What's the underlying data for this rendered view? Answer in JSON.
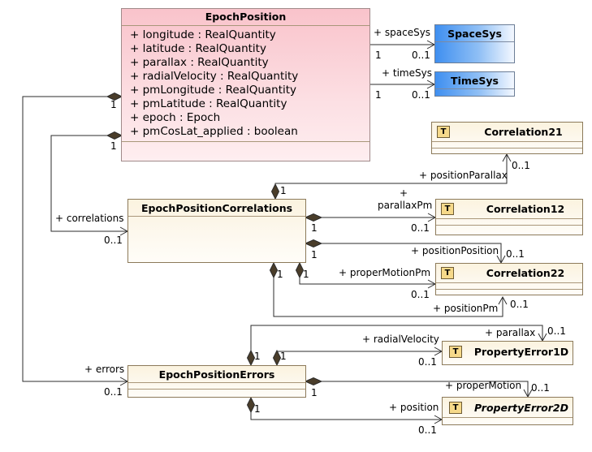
{
  "classes": {
    "epoch_position": {
      "name": "EpochPosition",
      "attributes": [
        "+ longitude : RealQuantity",
        "+ latitude : RealQuantity",
        "+ parallax : RealQuantity",
        "+ radialVelocity : RealQuantity",
        "+ pmLongitude : RealQuantity",
        "+ pmLatitude : RealQuantity",
        "+ epoch : Epoch",
        "+ pmCosLat_applied : boolean"
      ]
    },
    "space_sys": {
      "name": "SpaceSys"
    },
    "time_sys": {
      "name": "TimeSys"
    },
    "correlation21": {
      "name": "Correlation21",
      "stereotype": "T"
    },
    "epoch_position_correlations": {
      "name": "EpochPositionCorrelations"
    },
    "correlation12": {
      "name": "Correlation12",
      "stereotype": "T"
    },
    "correlation22": {
      "name": "Correlation22",
      "stereotype": "T"
    },
    "property_error_1d": {
      "name": "PropertyError1D",
      "stereotype": "T"
    },
    "epoch_position_errors": {
      "name": "EpochPositionErrors"
    },
    "property_error_2d": {
      "name": "PropertyError2D",
      "stereotype": "T"
    }
  },
  "associations": {
    "space_sys": {
      "role": "+ spaceSys",
      "src_mult": "1",
      "tgt_mult": "0..1"
    },
    "time_sys": {
      "role": "+ timeSys",
      "src_mult": "1",
      "tgt_mult": "0..1"
    },
    "correlations": {
      "role": "+ correlations",
      "src_mult": "1",
      "tgt_mult": "0..1"
    },
    "errors": {
      "role": "+ errors",
      "src_mult": "1",
      "tgt_mult": "0..1"
    },
    "position_parallax": {
      "role": "+ positionParallax",
      "src_mult": "1",
      "tgt_mult": "0..1"
    },
    "parallax_pm": {
      "role_line1": "+",
      "role_line2": "parallaxPm",
      "src_mult": "1",
      "tgt_mult": "0..1"
    },
    "position_position": {
      "role": "+ positionPosition",
      "src_mult": "1",
      "tgt_mult": "0..1"
    },
    "proper_motion_pm": {
      "role": "+ properMotionPm",
      "src_mult": "1",
      "tgt_mult": "0..1"
    },
    "position_pm": {
      "role": "+ positionPm",
      "src_mult": "1",
      "tgt_mult": "0..1"
    },
    "parallax": {
      "role": "+ parallax",
      "src_mult": "1",
      "tgt_mult": "0..1"
    },
    "radial_velocity": {
      "role": "+ radialVelocity",
      "src_mult": "1",
      "tgt_mult": "0..1"
    },
    "proper_motion": {
      "role": "+ properMotion",
      "src_mult": "1",
      "tgt_mult": "0..1"
    },
    "position": {
      "role": "+ position",
      "src_mult": "1",
      "tgt_mult": "0..1"
    }
  },
  "colors": {
    "line": "#2b2b2b",
    "class_fill": "#fbf3df",
    "main_fill": "#f9c3cb",
    "enum_fill": "#3f8ff0"
  }
}
